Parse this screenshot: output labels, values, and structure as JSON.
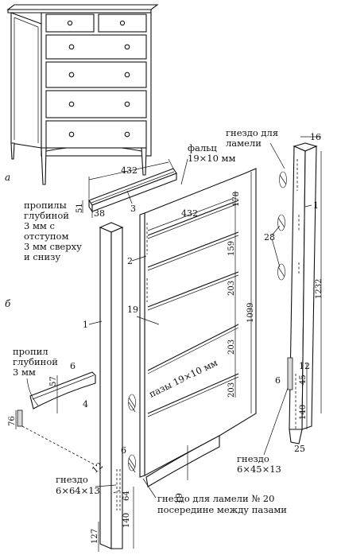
{
  "figure_labels": {
    "a": "а",
    "b": "б"
  },
  "notes": {
    "rabbet": [
      "фальц",
      "19×10 мм"
    ],
    "kerfs": [
      "пропилы",
      "глубиной",
      "3 мм с",
      "отступом",
      "3 мм сверху",
      "и снизу"
    ],
    "kerf_depth": [
      "пропил",
      "глубиной",
      "3 мм"
    ],
    "slat_socket_top": [
      "гнездо для",
      "ламели"
    ],
    "grooves": "пазы 19×10 мм",
    "socket_6x45": [
      "гнездо",
      "6×45×13"
    ],
    "socket_6x64": [
      "гнездо",
      "6×64×13"
    ],
    "slat20": [
      "гнездо для ламели № 20",
      "посередине между пазами"
    ]
  },
  "parts": {
    "p1": "1",
    "p2": "2",
    "p3": "3",
    "p4": "4",
    "p28": "28"
  },
  "dimensions": {
    "d432a": "432",
    "d432b": "432",
    "d51": "51",
    "d38": "38",
    "d178": "178",
    "d159": "159",
    "d203a": "203",
    "d203b": "203",
    "d203c": "203",
    "d1099": "1099",
    "d19a": "19",
    "d19b": "19",
    "d57": "57",
    "d6a": "6",
    "d6b": "6",
    "d76": "76",
    "d12a": "12",
    "d12b": "12",
    "d140a": "140",
    "d64": "64",
    "d127": "127",
    "d16": "16",
    "d1232": "1232",
    "d45": "45",
    "d6c": "6",
    "d140b": "140",
    "d25": "25"
  },
  "colors": {
    "line": "#111111",
    "background": "#ffffff",
    "shade": "#d9d9d9"
  }
}
